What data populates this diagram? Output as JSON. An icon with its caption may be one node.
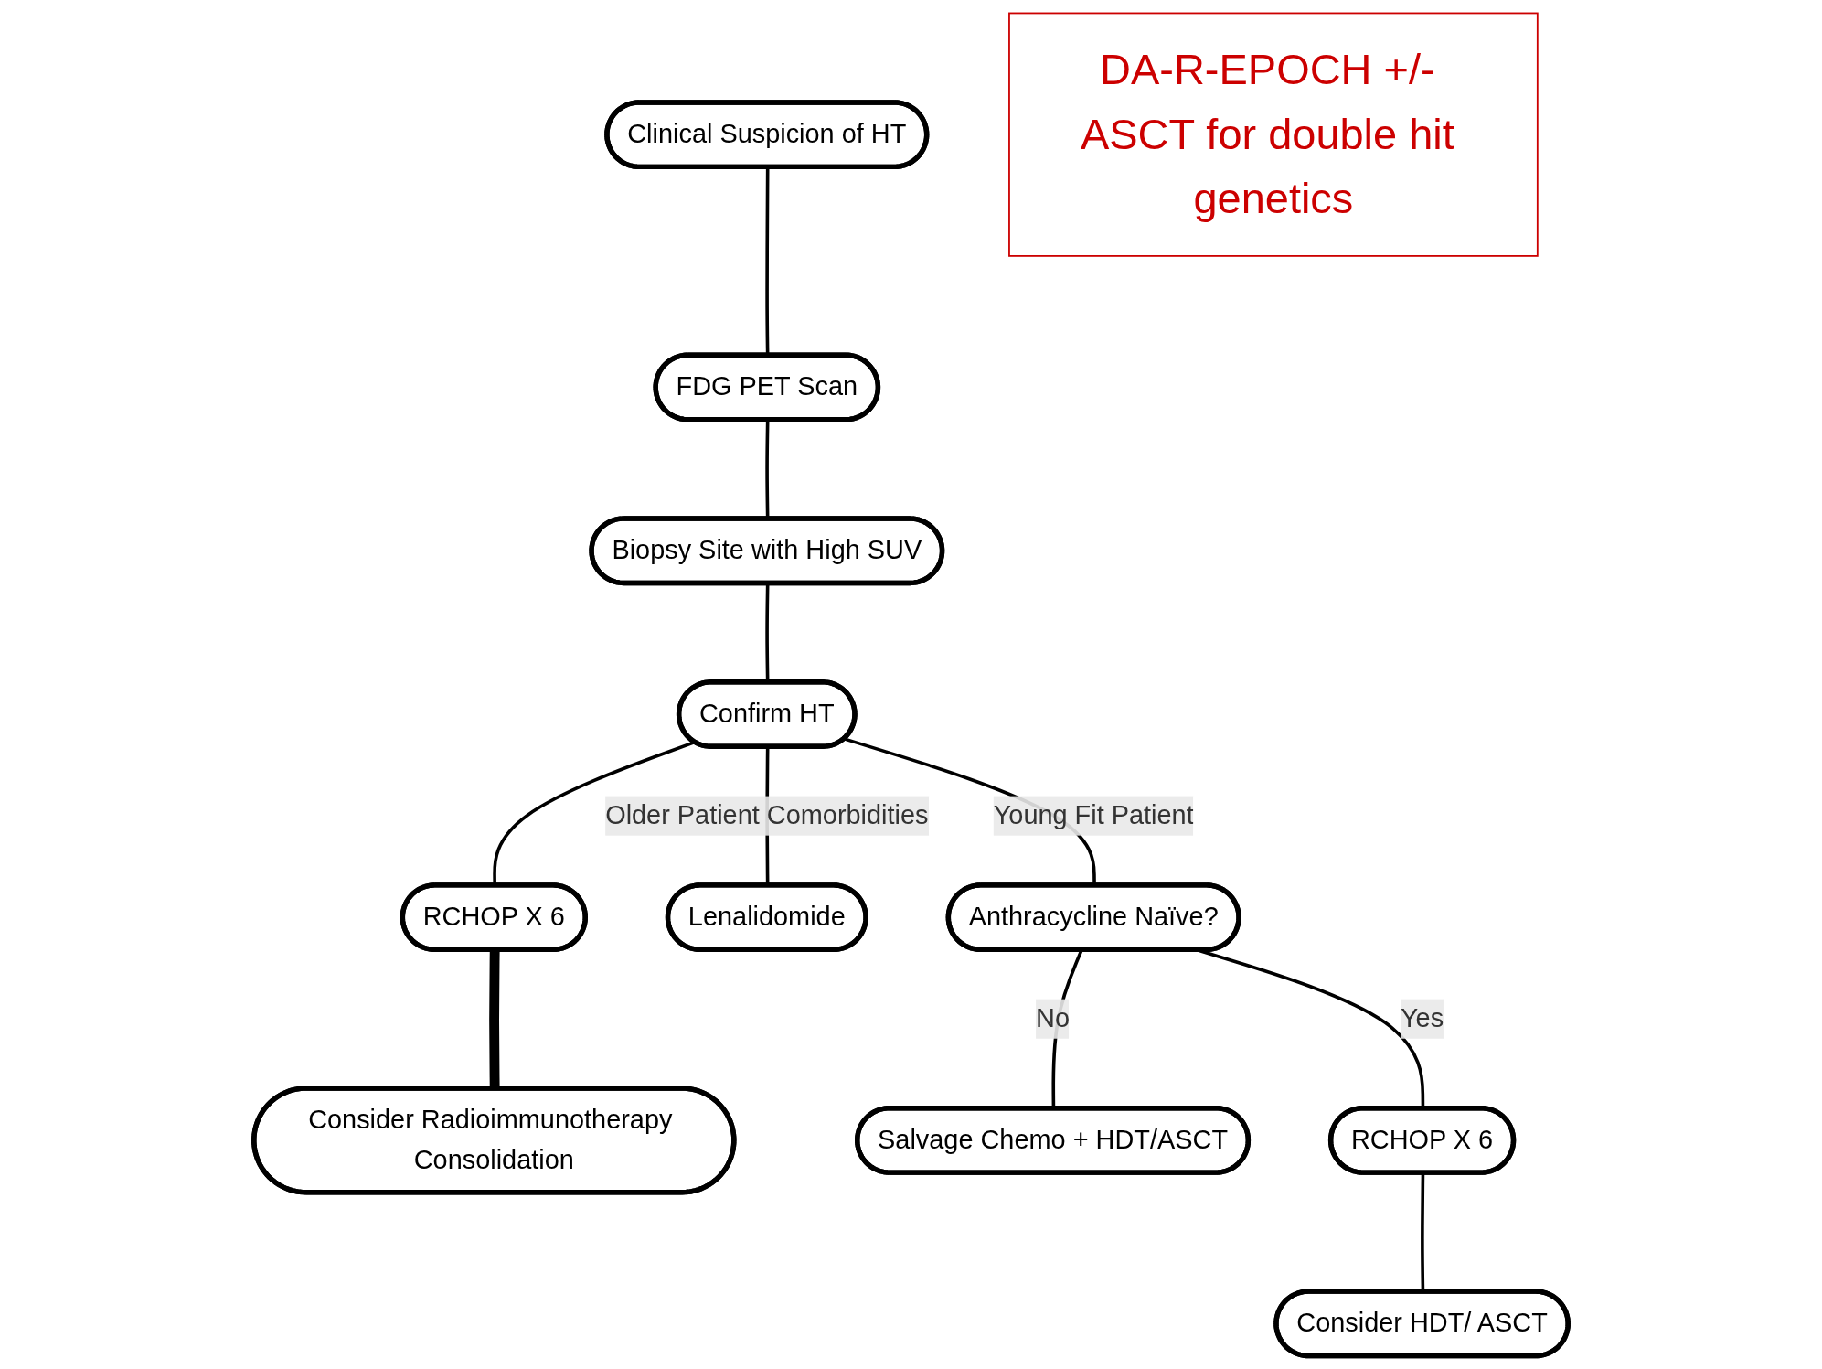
{
  "diagram": {
    "nodes": [
      {
        "text": [
          "Clinical Suspicion of HT"
        ]
      },
      {
        "text": [
          "FDG PET Scan"
        ]
      },
      {
        "text": [
          "Biopsy Site with High SUV"
        ]
      },
      {
        "text": [
          "Confirm HT"
        ]
      },
      {
        "text": [
          "Anthracycline Naïve?"
        ]
      },
      {
        "text": [
          "Lenalidomide"
        ]
      },
      {
        "text": [
          "RCHOP X 6"
        ]
      },
      {
        "text": [
          "Consider Radioimmunotherapy Consolidation"
        ]
      },
      {
        "text": [
          "Salvage Chemo + HDT/ASCT"
        ]
      },
      {
        "text": [
          "RCHOP X 6"
        ]
      },
      {
        "text": [
          "Consider HDT/ ASCT"
        ]
      },
      {
        "text": [
          "DA-R-EPOCH +/- ASCT for double hit genetics"
        ]
      }
    ],
    "edges": [
      {
        "from": 0,
        "to": 1,
        "arrow": "none"
      },
      {
        "from": 1,
        "to": 2,
        "arrow": "none"
      },
      {
        "from": 2,
        "to": 3,
        "arrow": "none"
      },
      {
        "from": 3,
        "to": 5,
        "arrow": "none",
        "label": "Older  Patient Comorbidities"
      },
      {
        "from": 3,
        "to": 6,
        "arrow": "none"
      },
      {
        "from": 3,
        "to": 4,
        "arrow": "none",
        "label": "Young Fit Patient"
      },
      {
        "from": 4,
        "to": 8,
        "arrow": "none",
        "label": "No"
      },
      {
        "from": 4,
        "to": 9,
        "arrow": "none",
        "label": "Yes"
      },
      {
        "from": 6,
        "to": 7,
        "arrow": "none",
        "style": "thick"
      },
      {
        "from": 9,
        "to": 10,
        "arrow": "none"
      }
    ]
  }
}
